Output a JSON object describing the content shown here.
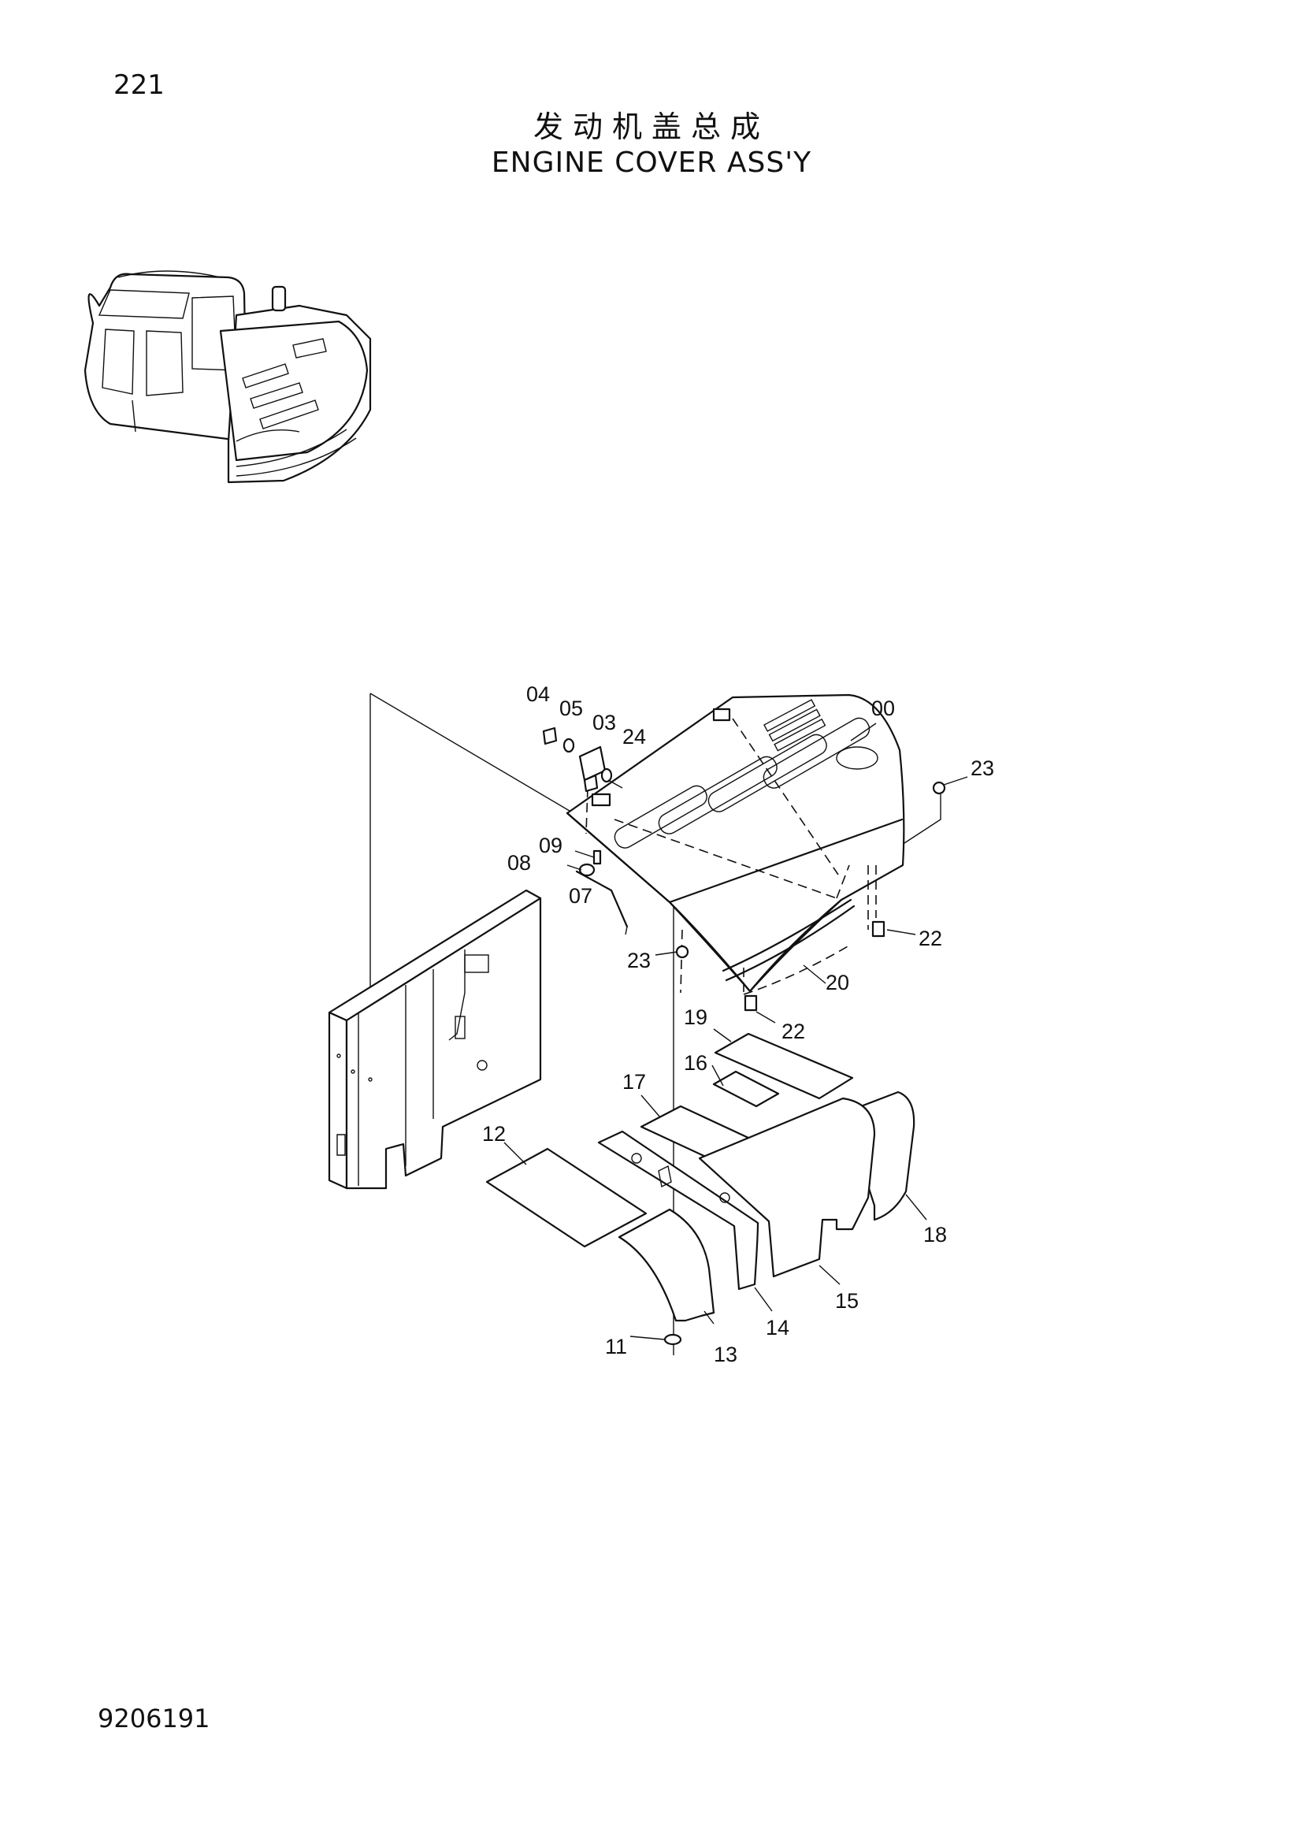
{
  "page_number": "221",
  "title_cn": "发动机盖总成",
  "title_en": "ENGINE COVER ASS'Y",
  "doc_code": "9206191",
  "callouts": [
    "00",
    "03",
    "04",
    "05",
    "07",
    "08",
    "09",
    "11",
    "12",
    "13",
    "14",
    "15",
    "16",
    "17",
    "18",
    "19",
    "20",
    "22",
    "22",
    "23",
    "23",
    "24"
  ]
}
